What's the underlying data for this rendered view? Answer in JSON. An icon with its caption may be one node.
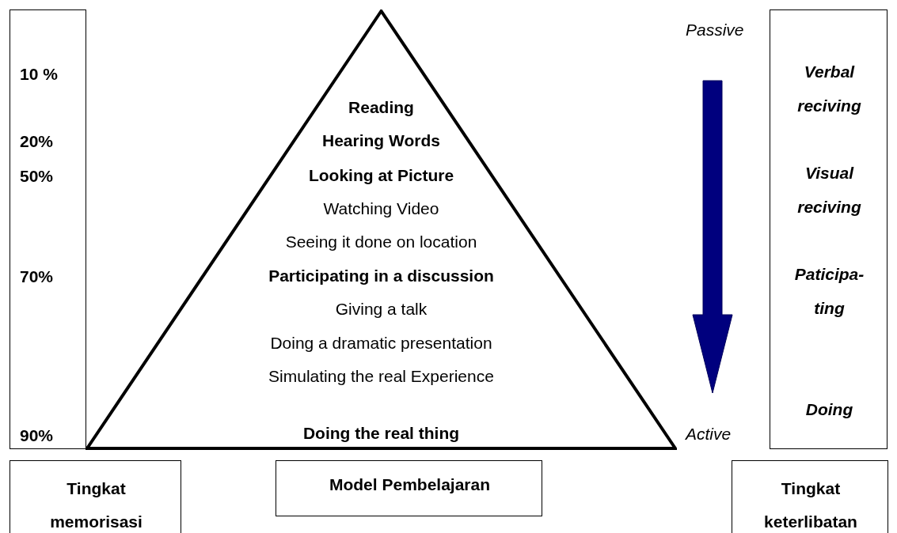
{
  "diagram": {
    "nodes": [
      {
        "text": [
          "10 %",
          "20%",
          "50%",
          "70%",
          "90%"
        ]
      },
      {
        "text": [
          "Reading",
          "Hearing Words",
          "Looking at Picture",
          "Watching Video",
          "Seeing it done on location",
          "Participating in a discussion",
          "Giving a talk",
          "Doing a dramatic presentation",
          "Simulating the real Experience",
          "Doing the real thing"
        ]
      },
      {
        "text": [
          "Verbal reciving",
          "Visual reciving",
          "Paticipa- ting",
          "Doing"
        ]
      },
      {
        "text": [
          "Tingkat memorisasi"
        ]
      },
      {
        "text": [
          "Model Pembelajaran"
        ]
      },
      {
        "text": [
          "Tingkat keterlibatan"
        ]
      }
    ],
    "edges": [],
    "labels": [
      "Passive",
      "Active"
    ]
  }
}
